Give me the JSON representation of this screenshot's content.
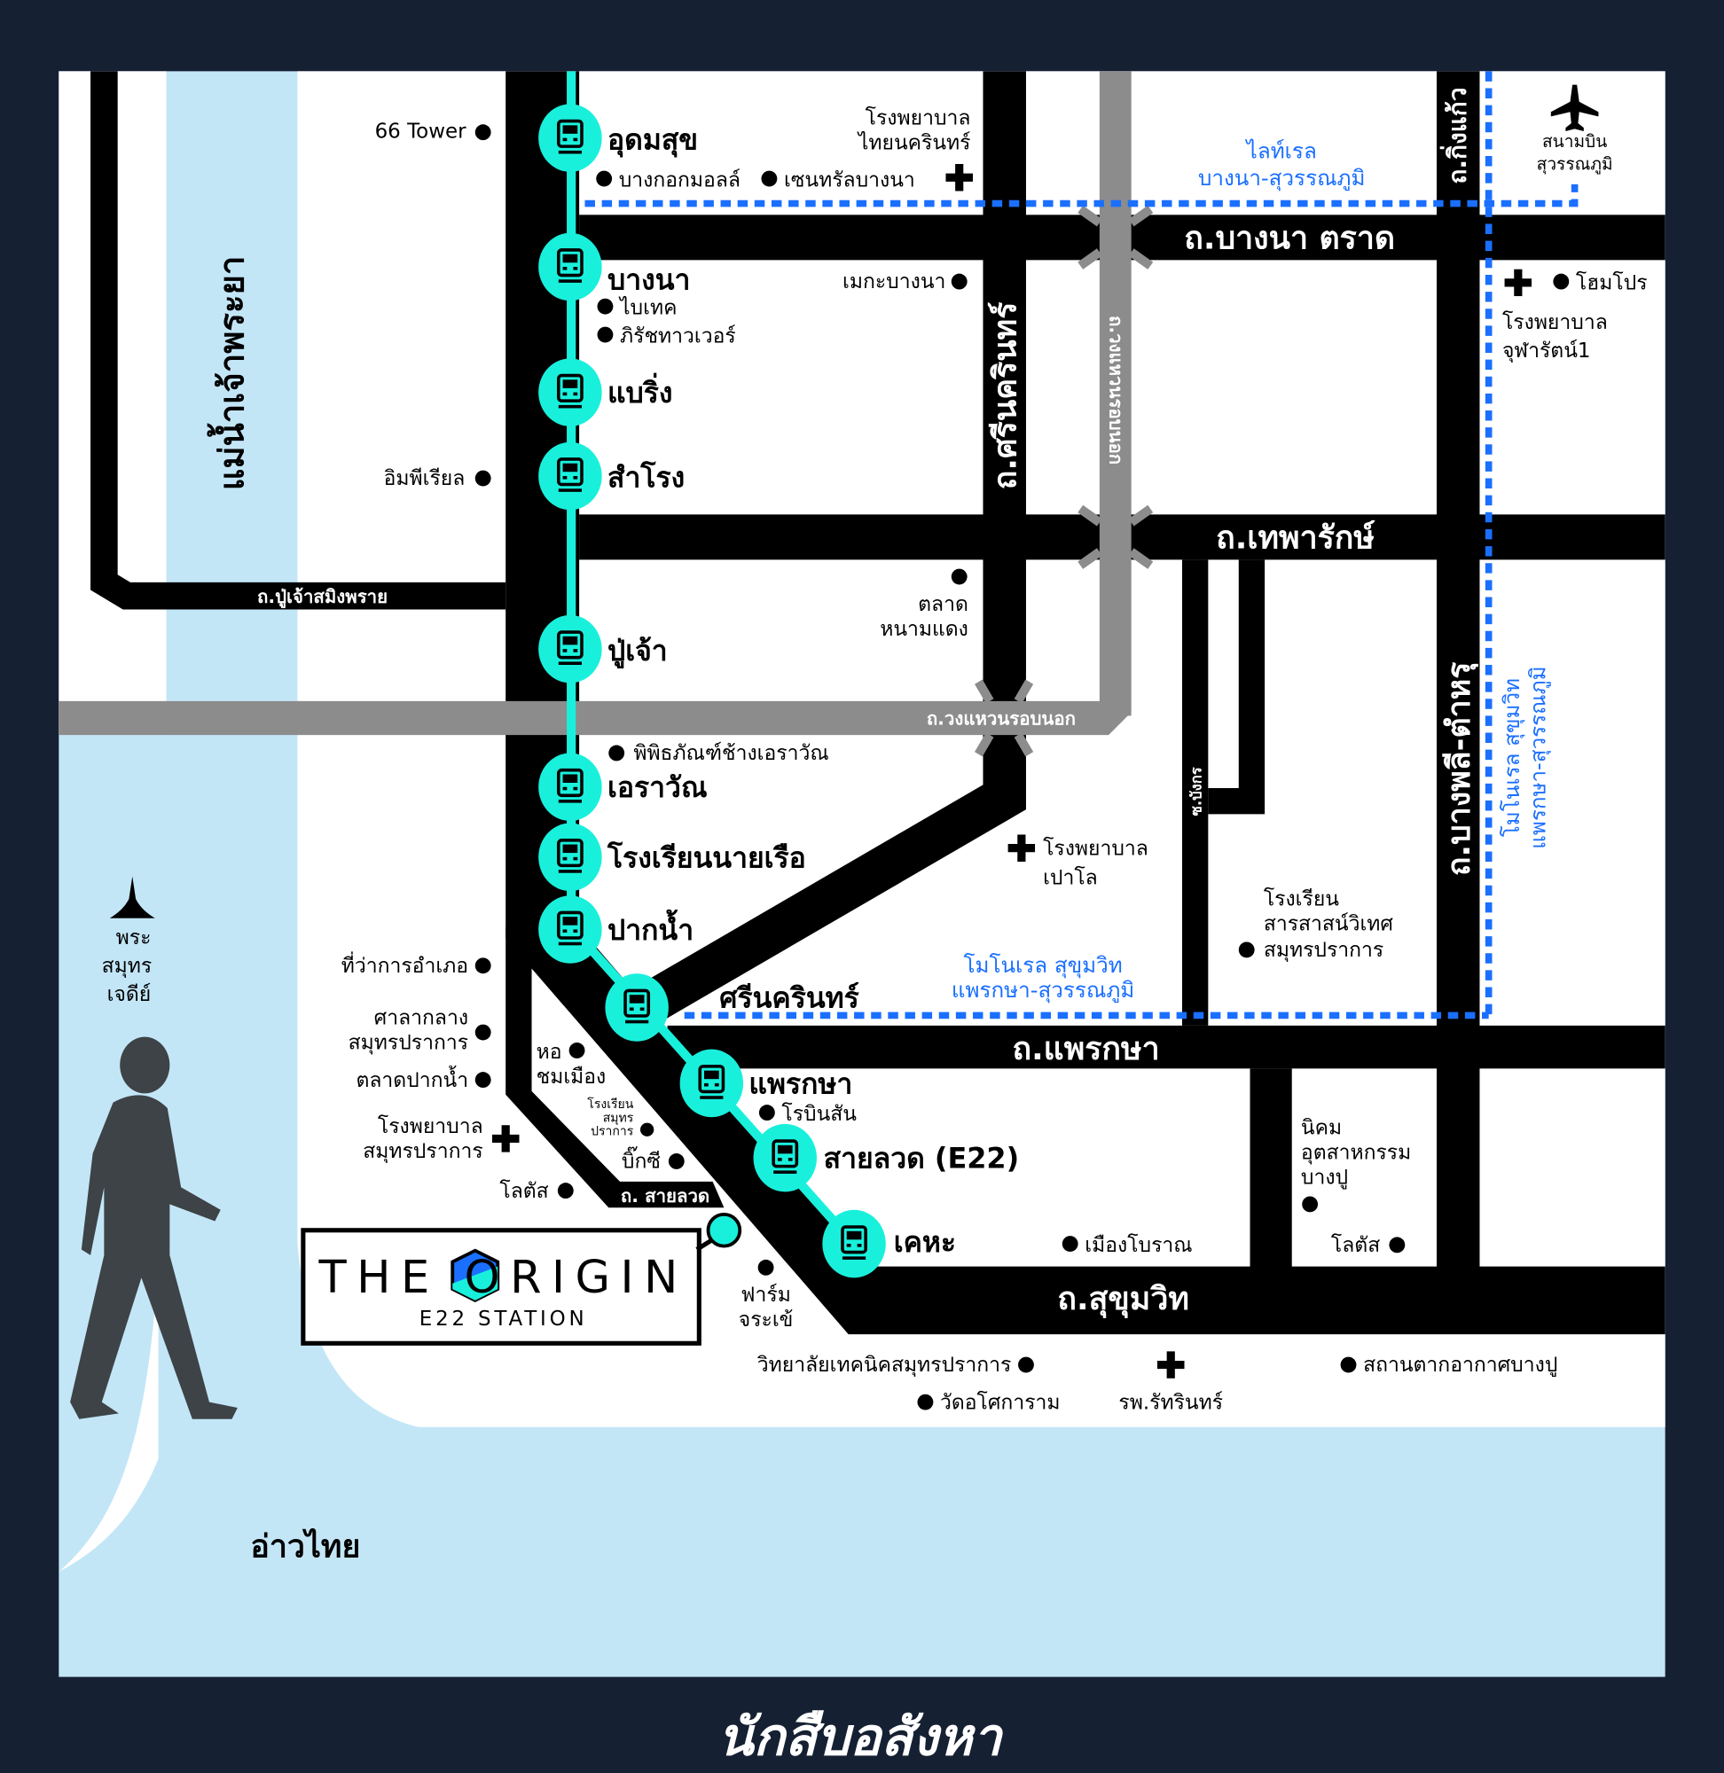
{
  "colors": {
    "background": "#162033",
    "water": "#c3e6f7",
    "road": "#000000",
    "ring_road": "#8c8c8c",
    "bts": "#19f0dc",
    "rail_dotted": "#1a6fff"
  },
  "title": "นักสืบอสังหา",
  "water": {
    "river": "แม่น้ำเจ้าพระยา",
    "gulf": "อ่าวไทย"
  },
  "roads": {
    "pu_chao": "ถ.ปู่เจ้าสมิงพราย",
    "srinagarindra": "ถ.ศรีนครินทร์",
    "ring_h": "ถ.วงแหวนรอบนอก",
    "ring_v": "ถ.วงแหวนรอบนอก",
    "bangna_trad": "ถ.บางนา ตราด",
    "thepharak": "ถ.เทพารักษ์",
    "kingkaew": "ถ.กิ่งแก้ว",
    "bangphli": "ถ.บางพลี-ตำหรุ",
    "soi": "ซ.บังกร",
    "phraeksa": "ถ.แพรกษา",
    "sailuat": "ถ. สายลวด",
    "sukhumvit": "ถ.สุขุมวิท"
  },
  "stations": [
    "อุดมสุข",
    "บางนา",
    "แบริ่ง",
    "สำโรง",
    "ปู่เจ้า",
    "เอราวัณ",
    "โรงเรียนนายเรือ",
    "ปากน้ำ",
    "ศรีนครินทร์",
    "แพรกษา",
    "สายลวด (E22)",
    "เคหะ"
  ],
  "rail": {
    "lightrail_1": "ไลท์เรล",
    "lightrail_2": "บางนา-สุวรรณภูมิ",
    "mono_1": "โมโนเรล สุขุมวิท",
    "mono_2": "แพรกษา-สุวรรณภูมิ"
  },
  "airport": {
    "l1": "สนามบิน",
    "l2": "สุวรรณภูมิ"
  },
  "pagoda": {
    "l1": "พระ",
    "l2": "สมุทร",
    "l3": "เจดีย์"
  },
  "poi": {
    "tower66": "66 Tower",
    "thainakarin_1": "โรงพยาบาล",
    "thainakarin_2": "ไทยนครินทร์",
    "bangkok_mall": "บางกอกมอลล์",
    "central_bangna": "เซนทรัลบางนา",
    "bitec": "ไบเทค",
    "pirach": "ภิรัชทาวเวอร์",
    "mega": "เมกะบางนา",
    "homepro": "โฮมโปร",
    "chularat_1": "โรงพยาบาล",
    "chularat_2": "จุฬารัตน์1",
    "imperial": "อิมพีเรียล",
    "market_1": "ตลาด",
    "market_2": "หนามแดง",
    "erawan_museum": "พิพิธภัณฑ์ช้างเอราวัณ",
    "paolo_1": "โรงพยาบาล",
    "paolo_2": "เปาโล",
    "school_1": "โรงเรียน",
    "school_2": "สารสาสน์วิเทศ",
    "school_3": "สมุทรปราการ",
    "district": "ที่ว่าการอำเภอ",
    "hall_1": "ศาลากลาง",
    "hall_2": "สมุทรปราการ",
    "pakam_market": "ตลาดปากน้ำ",
    "hosp_sp_1": "โรงพยาบาล",
    "hosp_sp_2": "สมุทรปราการ",
    "lotus1": "โลตัส",
    "tower_1": "หอ",
    "tower_2": "ชมเมือง",
    "sch_sp_1": "โรงเรียน",
    "sch_sp_2": "สมุทร",
    "sch_sp_3": "ปราการ",
    "bigc": "บิ๊กซี",
    "robinson": "โรบินสัน",
    "ancient_city": "เมืองโบราณ",
    "estate_1": "นิคม",
    "estate_2": "อุตสาหกรรม",
    "estate_3": "บางปู",
    "lotus2": "โลตัส",
    "croc_1": "ฟาร์ม",
    "croc_2": "จระเข้",
    "tech_college": "วิทยาลัยเทคนิคสมุทรปราการ",
    "wat": "วัดอโศการาม",
    "hosp_rak": "รพ.รัทรินทร์",
    "bangpu": "สถานตากอากาศบางปู"
  },
  "logo": {
    "brand": "THE ORIGIN",
    "sub": "E22 STATION"
  }
}
